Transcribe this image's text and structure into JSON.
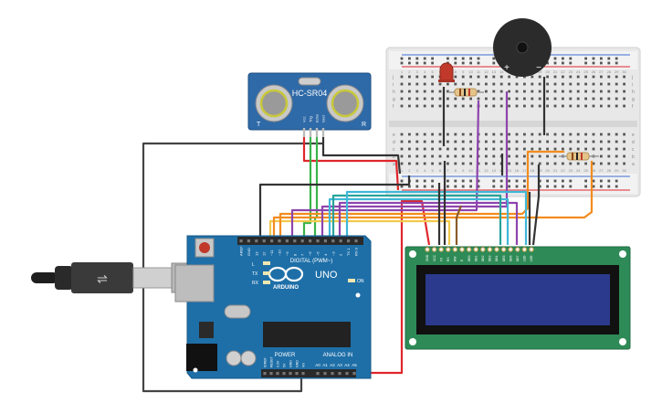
{
  "sensor": {
    "model": "HC-SR04",
    "pin_labels": [
      "Vcc",
      "Trig",
      "Echo",
      "Gnd"
    ],
    "corner_left": "T",
    "corner_right": "R"
  },
  "arduino": {
    "brand": "ARDUINO",
    "model": "UNO",
    "digital_label": "DIGITAL (PWM~)",
    "digital_pins": [
      "AREF",
      "GND",
      "13",
      "12",
      "~11",
      "~10",
      "~9",
      "8",
      "7",
      "~6",
      "~5",
      "4",
      "~3",
      "2",
      "TX 1",
      "RX 0"
    ],
    "power_label": "POWER",
    "analog_label": "ANALOG IN",
    "power_pins": [
      "IOREF",
      "RESET",
      "3.3V",
      "5V",
      "GND",
      "GND",
      "Vin"
    ],
    "analog_pins": [
      "A0",
      "A1",
      "A2",
      "A3",
      "A4",
      "A5"
    ],
    "tx_label": "TX",
    "rx_label": "RX",
    "l_label": "L",
    "on_label": "ON",
    "color": "#1e6fa8"
  },
  "breadboard": {
    "columns": [
      "1",
      "2",
      "3",
      "4",
      "5",
      "6",
      "7",
      "8",
      "9",
      "10",
      "11",
      "12",
      "13",
      "14",
      "15",
      "16",
      "17",
      "18",
      "19",
      "20",
      "21",
      "22",
      "23",
      "24",
      "25",
      "26",
      "27",
      "28",
      "29",
      "30"
    ],
    "rows_top": [
      "j",
      "i",
      "h",
      "g",
      "f"
    ],
    "rows_bottom": [
      "e",
      "d",
      "c",
      "b",
      "a"
    ]
  },
  "buzzer": {
    "plus": "+",
    "minus": "−"
  },
  "lcd": {
    "pin_labels": [
      "GND",
      "VCC",
      "V0",
      "RS",
      "RW",
      "E",
      "DB0",
      "DB1",
      "DB2",
      "DB3",
      "DB4",
      "DB5",
      "DB6",
      "DB7",
      "LED",
      "LED"
    ],
    "screen_color": "#2b3a8c"
  },
  "wire_colors": {
    "red": "#e0262b",
    "black": "#333333",
    "green": "#3bb44a",
    "purple": "#8e44ad",
    "orange": "#f28c1e",
    "yellow": "#f2c94c",
    "cyan": "#3fb8d8",
    "teal": "#27a39b",
    "brown": "#8b5a2b",
    "gray": "#444444"
  }
}
